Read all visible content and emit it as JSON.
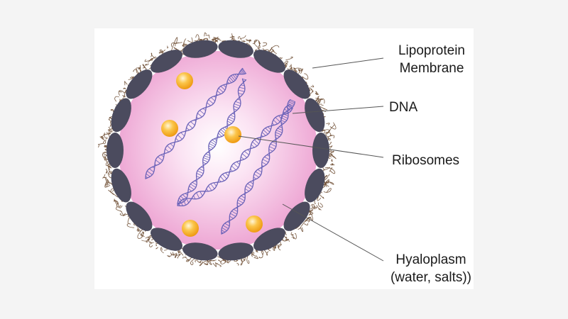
{
  "labels": {
    "membrane_line1": "Lipoprotein",
    "membrane_line2": "Membrane",
    "dna": "DNA",
    "ribosomes": "Ribosomes",
    "hyaloplasm_line1": "Hyaloplasm",
    "hyaloplasm_line2": "(water, salts))"
  },
  "colors": {
    "background": "#f4f4f4",
    "panel": "#ffffff",
    "cytoplasm_center": "#ffffff",
    "cytoplasm_edge": "#ec9fd0",
    "membrane_segment": "#4b4b5e",
    "fibers": "#5e3a1c",
    "dna_strand": "#6a62b8",
    "ribosome": "#f6a623",
    "leader_line": "#555555"
  },
  "icons": {
    "ribosome": "ribosome-icon",
    "dna": "dna-helix-icon"
  }
}
